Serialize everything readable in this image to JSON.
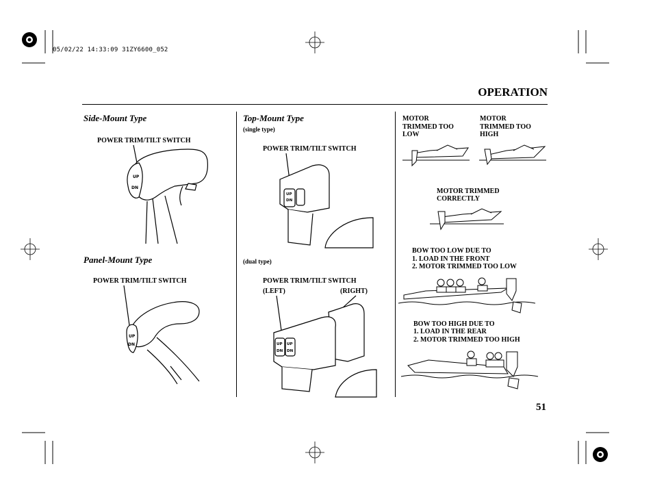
{
  "print_stamp": "05/02/22 14:33:09 31ZY6600_052",
  "section_title": "OPERATION",
  "page_number": "51",
  "left_column": {
    "side_mount": {
      "heading": "Side-Mount Type",
      "callout": "POWER TRIM/TILT SWITCH"
    },
    "panel_mount": {
      "heading": "Panel-Mount Type",
      "callout": "POWER TRIM/TILT SWITCH"
    }
  },
  "middle_column": {
    "top_mount": {
      "heading": "Top-Mount Type",
      "single_note": "(single type)",
      "callout": "POWER TRIM/TILT SWITCH"
    },
    "dual": {
      "note": "(dual type)",
      "callout": "POWER TRIM/TILT SWITCH",
      "left": "(LEFT)",
      "right": "(RIGHT)"
    },
    "switch_up": "UP",
    "switch_dn": "DN"
  },
  "right_column": {
    "too_low": [
      "MOTOR",
      "TRIMMED TOO",
      "LOW"
    ],
    "too_high": [
      "MOTOR",
      "TRIMMED TOO",
      "HIGH"
    ],
    "correct": [
      "MOTOR TRIMMED",
      "CORRECTLY"
    ],
    "bow_low": [
      "BOW TOO LOW DUE TO",
      "1. LOAD IN THE FRONT",
      "2. MOTOR TRIMMED TOO LOW"
    ],
    "bow_high": [
      "BOW TOO HIGH DUE TO",
      "1. LOAD IN THE REAR",
      "2. MOTOR TRIMMED TOO HIGH"
    ]
  }
}
